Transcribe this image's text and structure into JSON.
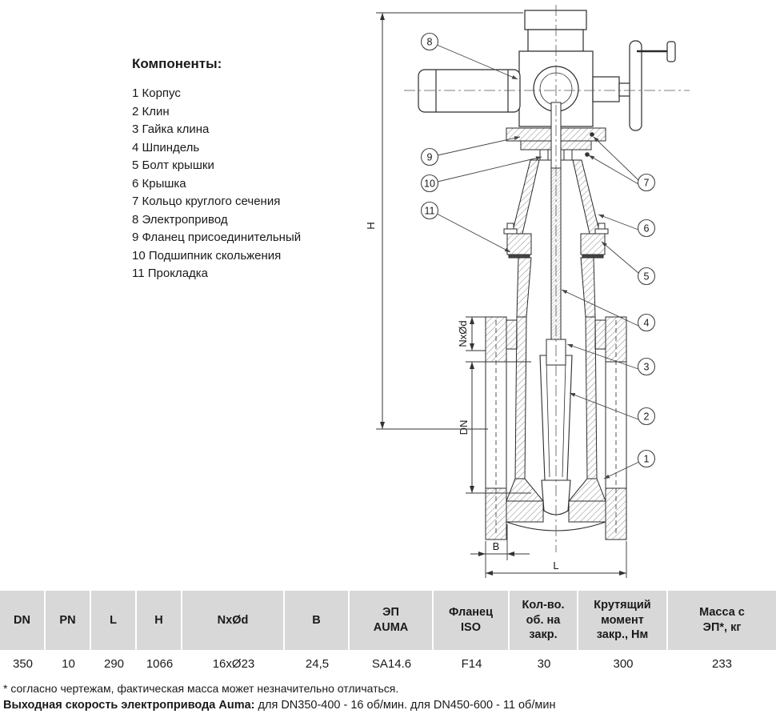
{
  "components": {
    "title": "Компоненты:",
    "items": [
      "1 Корпус",
      "2 Клин",
      "3 Гайка клина",
      "4 Шпиндель",
      "5 Болт крышки",
      "6 Крышка",
      "7 Кольцо круглого сечения",
      "8 Электропривод",
      "9 Фланец присоединительный",
      "10 Подшипник скольжения",
      "11 Прокладка"
    ]
  },
  "drawing": {
    "callouts": {
      "n1": "1",
      "n2": "2",
      "n3": "3",
      "n4": "4",
      "n5": "5",
      "n6": "6",
      "n7": "7",
      "n8": "8",
      "n9": "9",
      "n10": "10",
      "n11": "11"
    },
    "dims": {
      "h": "H",
      "dn": "DN",
      "nxod": "NxØd",
      "b": "B",
      "l": "L"
    }
  },
  "table": {
    "headers": [
      "DN",
      "PN",
      "L",
      "H",
      "NxØd",
      "B",
      "ЭП\nAUMA",
      "Фланец\nISO",
      "Кол-во.\nоб. на\nзакр.",
      "Крутящий\nмомент\nзакр., Нм",
      "Масса с\nЭП*, кг"
    ],
    "values": [
      "350",
      "10",
      "290",
      "1066",
      "16хØ23",
      "24,5",
      "SA14.6",
      "F14",
      "30",
      "300",
      "233"
    ]
  },
  "footnotes": {
    "note1": "* согласно чертежам, фактическая масса может незначительно отличаться.",
    "note2_lead": "Выходная скорость электропривода Auma:",
    "note2_rest": " для DN350-400 - 16 об/мин. для DN450-600 - 11 об/мин"
  }
}
